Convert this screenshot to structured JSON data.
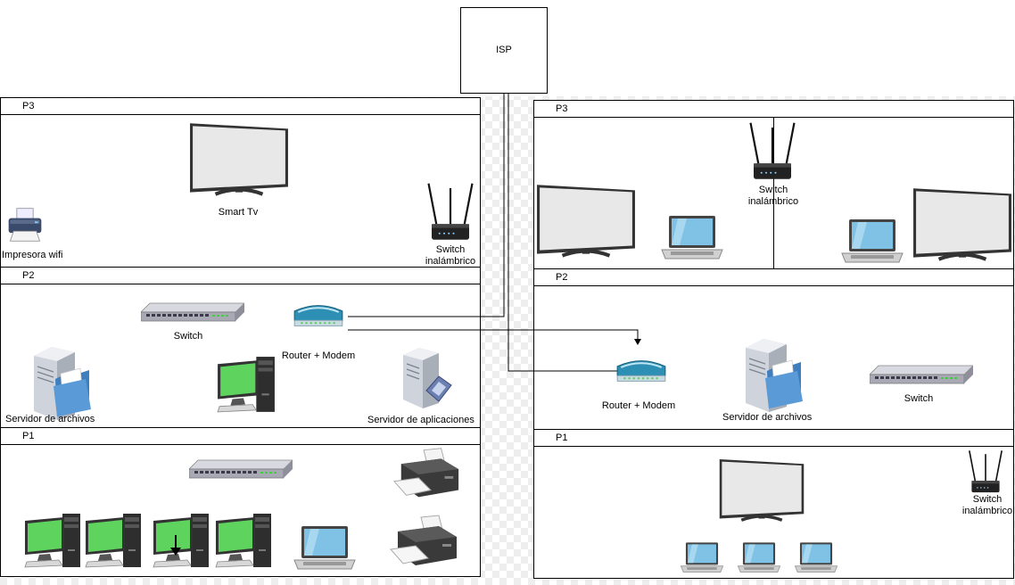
{
  "isp": {
    "label": "ISP"
  },
  "left_building": {
    "floors": [
      {
        "name": "P3",
        "devices": {
          "smart_tv": "Smart Tv",
          "printer": "Impresora wifi",
          "wireless_switch": "Switch inalámbrico"
        }
      },
      {
        "name": "P2",
        "devices": {
          "switch": "Switch",
          "router": "Router + Modem",
          "file_server": "Servidor de archivos",
          "app_server": "Servidor de aplicaciones"
        }
      },
      {
        "name": "P1"
      }
    ]
  },
  "right_building": {
    "floors": [
      {
        "name": "P3",
        "devices": {
          "wireless_switch": "Switch inalámbrico"
        }
      },
      {
        "name": "P2",
        "devices": {
          "router": "Router + Modem",
          "file_server": "Servidor de archivos",
          "switch": "Switch"
        }
      },
      {
        "name": "P1",
        "devices": {
          "wireless_switch": "Switch inalámbrico"
        }
      }
    ]
  },
  "colors": {
    "screen": "#e8e8e8",
    "monitor_green": "#5ed35e",
    "router_blue": "#2e8fb5",
    "laptop_screen": "#7fc2e6"
  }
}
